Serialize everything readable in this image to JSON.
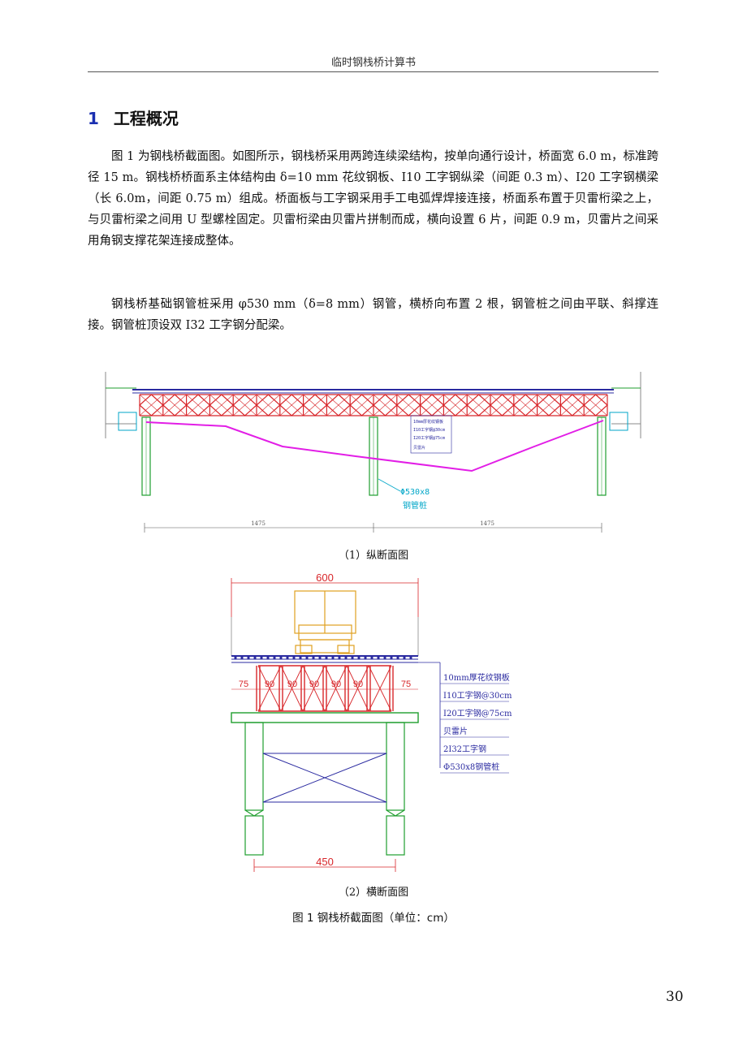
{
  "header": {
    "running_title": "临时钢栈桥计算书"
  },
  "section": {
    "number": "1",
    "title": "工程概况"
  },
  "paragraphs": {
    "p1": "图 1 为钢栈桥截面图。如图所示，钢栈桥采用两跨连续梁结构，按单向通行设计，桥面宽 6.0 m，标准跨径 15 m。钢栈桥桥面系主体结构由 δ=10 mm 花纹钢板、I10 工字钢纵梁（间距 0.3 m）、I20 工字钢横梁（长 6.0m，间距 0.75 m）组成。桥面板与工字钢采用手工电弧焊焊接连接，桥面系布置于贝雷桁梁之上，与贝雷桁梁之间用 U 型螺栓固定。贝雷桁梁由贝雷片拼制而成，横向设置 6 片，间距 0.9 m，贝雷片之间采用角钢支撑花架连接成整体。",
    "p2": "钢栈桥基础钢管桩采用 φ530 mm（δ=8 mm）钢管，横桥向布置 2 根，钢管桩之间由平联、斜撑连接。钢管桩顶设双 I32 工字钢分配梁。"
  },
  "figure_long": {
    "caption": "（1）纵断面图",
    "pile_label_1": "Φ530x8",
    "pile_label_2": "钢管桩",
    "span_left": "1475",
    "span_right": "1475",
    "legend": [
      "10mm厚花纹钢板",
      "I10工字钢@30cm",
      "I20工字钢@75cm",
      "贝雷片"
    ]
  },
  "figure_cross": {
    "caption": "（2）横断面图",
    "width_label": "600",
    "pile_spacing_label": "450",
    "spacings": [
      "75",
      "90",
      "90",
      "90",
      "90",
      "90",
      "75"
    ],
    "legend": [
      "10mm厚花纹钢板",
      "I10工字钢@30cm",
      "I20工字钢@75cm",
      "贝雷片",
      "2I32工字钢",
      "Φ530x8钢管桩"
    ]
  },
  "figure_title": "图 1 钢栈桥截面图（单位：cm）",
  "page_number": "30",
  "colors": {
    "truss": "#d8262a",
    "pile": "#1f9e2e",
    "deck": "#2a2aa0",
    "riverbed": "#e21ee6",
    "annotation": "#00a6c8",
    "vehicle": "#e0a020"
  }
}
